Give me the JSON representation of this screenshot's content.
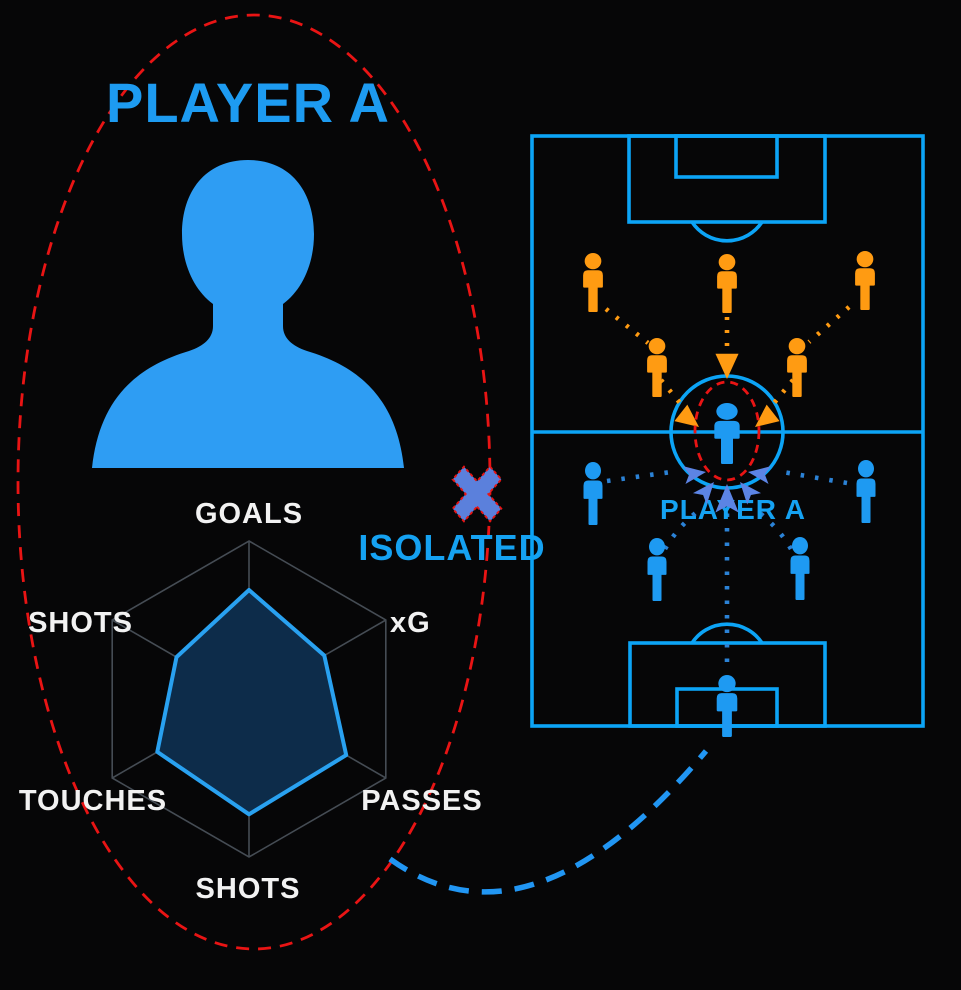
{
  "palette": {
    "background": "#060607",
    "accent_blue": "#1d9bf1",
    "pitch_line_blue": "#0ca4f6",
    "teammate_blue": "#1e9af2",
    "opponent_orange": "#ff9b12",
    "periwinkle_arrow": "#5c84e4",
    "alert_red": "#e91414",
    "label_white": "#f2f2f2",
    "radar_fill": "#0d2c4a",
    "radar_stroke": "#29a1f0"
  },
  "left_panel": {
    "title": "PLAYER A",
    "avatar_icon": "player-silhouette",
    "status_icon": "x-cross",
    "isolated_label": "ISOLATED"
  },
  "chart_data": {
    "type": "radar",
    "title": "",
    "categories": [
      "GOALS",
      "xG",
      "PASSES",
      "SHOTS",
      "TOUCHES",
      "SHOTS"
    ],
    "values": [
      0.69,
      0.55,
      0.71,
      0.73,
      0.67,
      0.53
    ],
    "max": 1,
    "grid_levels": [
      0.39,
      1
    ],
    "grid": true,
    "legend_position": "none",
    "fill_color": "#0d2c4a",
    "stroke_color": "#29a1f0",
    "grid_color": "#454c54",
    "label_color": "#f2f2f2"
  },
  "pitch_diagram": {
    "player_label": "PLAYER A",
    "opponent_color": "#ff9b12",
    "teammate_color": "#1e9af2",
    "opponents": [
      [
        593,
        253
      ],
      [
        727,
        254
      ],
      [
        865,
        251
      ],
      [
        657,
        338
      ],
      [
        797,
        338
      ]
    ],
    "teammates": [
      [
        593,
        462
      ],
      [
        866,
        460
      ],
      [
        657,
        538
      ],
      [
        800,
        537
      ]
    ],
    "goalkeeper": [
      727,
      675
    ],
    "player_a": [
      727,
      403
    ]
  }
}
